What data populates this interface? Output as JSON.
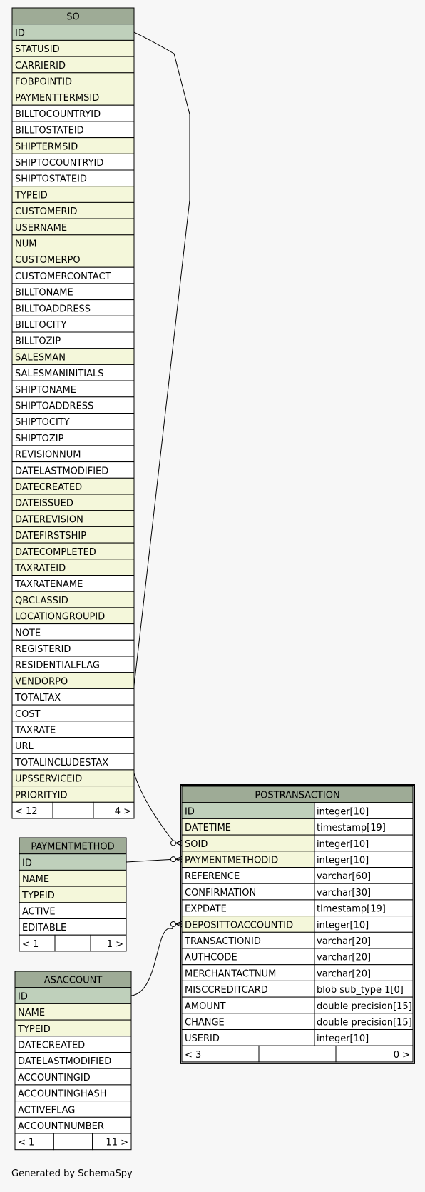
{
  "colors": {
    "header": "#9eab96",
    "primary_key": "#bfd0bb",
    "foreign_key": "#f4f7da",
    "plain": "#ffffff",
    "border": "#000000",
    "background": "#f7f7f7"
  },
  "tables": [
    {
      "id": "so",
      "name": "SO",
      "columns": [
        {
          "name": "ID",
          "kind": "pk"
        },
        {
          "name": "STATUSID",
          "kind": "fk"
        },
        {
          "name": "CARRIERID",
          "kind": "fk"
        },
        {
          "name": "FOBPOINTID",
          "kind": "fk"
        },
        {
          "name": "PAYMENTTERMSID",
          "kind": "fk"
        },
        {
          "name": "BILLTOCOUNTRYID",
          "kind": "plain"
        },
        {
          "name": "BILLTOSTATEID",
          "kind": "plain"
        },
        {
          "name": "SHIPTERMSID",
          "kind": "fk"
        },
        {
          "name": "SHIPTOCOUNTRYID",
          "kind": "plain"
        },
        {
          "name": "SHIPTOSTATEID",
          "kind": "plain"
        },
        {
          "name": "TYPEID",
          "kind": "fk"
        },
        {
          "name": "CUSTOMERID",
          "kind": "fk"
        },
        {
          "name": "USERNAME",
          "kind": "fk"
        },
        {
          "name": "NUM",
          "kind": "fk"
        },
        {
          "name": "CUSTOMERPO",
          "kind": "fk"
        },
        {
          "name": "CUSTOMERCONTACT",
          "kind": "plain"
        },
        {
          "name": "BILLTONAME",
          "kind": "plain"
        },
        {
          "name": "BILLTOADDRESS",
          "kind": "plain"
        },
        {
          "name": "BILLTOCITY",
          "kind": "plain"
        },
        {
          "name": "BILLTOZIP",
          "kind": "plain"
        },
        {
          "name": "SALESMAN",
          "kind": "fk"
        },
        {
          "name": "SALESMANINITIALS",
          "kind": "plain"
        },
        {
          "name": "SHIPTONAME",
          "kind": "plain"
        },
        {
          "name": "SHIPTOADDRESS",
          "kind": "plain"
        },
        {
          "name": "SHIPTOCITY",
          "kind": "plain"
        },
        {
          "name": "SHIPTOZIP",
          "kind": "plain"
        },
        {
          "name": "REVISIONNUM",
          "kind": "plain"
        },
        {
          "name": "DATELASTMODIFIED",
          "kind": "plain"
        },
        {
          "name": "DATECREATED",
          "kind": "fk"
        },
        {
          "name": "DATEISSUED",
          "kind": "fk"
        },
        {
          "name": "DATEREVISION",
          "kind": "fk"
        },
        {
          "name": "DATEFIRSTSHIP",
          "kind": "fk"
        },
        {
          "name": "DATECOMPLETED",
          "kind": "fk"
        },
        {
          "name": "TAXRATEID",
          "kind": "fk"
        },
        {
          "name": "TAXRATENAME",
          "kind": "plain"
        },
        {
          "name": "QBCLASSID",
          "kind": "fk"
        },
        {
          "name": "LOCATIONGROUPID",
          "kind": "fk"
        },
        {
          "name": "NOTE",
          "kind": "plain"
        },
        {
          "name": "REGISTERID",
          "kind": "plain"
        },
        {
          "name": "RESIDENTIALFLAG",
          "kind": "plain"
        },
        {
          "name": "VENDORPO",
          "kind": "fk"
        },
        {
          "name": "TOTALTAX",
          "kind": "plain"
        },
        {
          "name": "COST",
          "kind": "plain"
        },
        {
          "name": "TAXRATE",
          "kind": "plain"
        },
        {
          "name": "URL",
          "kind": "plain"
        },
        {
          "name": "TOTALINCLUDESTAX",
          "kind": "plain"
        },
        {
          "name": "UPSSERVICEID",
          "kind": "fk"
        },
        {
          "name": "PRIORITYID",
          "kind": "fk"
        }
      ],
      "footer": {
        "parents": "< 12",
        "children": "4 >"
      }
    },
    {
      "id": "paymentmethod",
      "name": "PAYMENTMETHOD",
      "columns": [
        {
          "name": "ID",
          "kind": "pk"
        },
        {
          "name": "NAME",
          "kind": "fk"
        },
        {
          "name": "TYPEID",
          "kind": "fk"
        },
        {
          "name": "ACTIVE",
          "kind": "plain"
        },
        {
          "name": "EDITABLE",
          "kind": "plain"
        }
      ],
      "footer": {
        "parents": "< 1",
        "children": "1 >"
      }
    },
    {
      "id": "asaccount",
      "name": "ASACCOUNT",
      "columns": [
        {
          "name": "ID",
          "kind": "pk"
        },
        {
          "name": "NAME",
          "kind": "fk"
        },
        {
          "name": "TYPEID",
          "kind": "fk"
        },
        {
          "name": "DATECREATED",
          "kind": "plain"
        },
        {
          "name": "DATELASTMODIFIED",
          "kind": "plain"
        },
        {
          "name": "ACCOUNTINGID",
          "kind": "plain"
        },
        {
          "name": "ACCOUNTINGHASH",
          "kind": "plain"
        },
        {
          "name": "ACTIVEFLAG",
          "kind": "plain"
        },
        {
          "name": "ACCOUNTNUMBER",
          "kind": "plain"
        }
      ],
      "footer": {
        "parents": "< 1",
        "children": "11 >"
      }
    },
    {
      "id": "postransaction",
      "name": "POSTRANSACTION",
      "columns": [
        {
          "name": "ID",
          "kind": "pk",
          "type": "integer[10]"
        },
        {
          "name": "DATETIME",
          "kind": "fk",
          "type": "timestamp[19]"
        },
        {
          "name": "SOID",
          "kind": "fk",
          "type": "integer[10]"
        },
        {
          "name": "PAYMENTMETHODID",
          "kind": "fk",
          "type": "integer[10]"
        },
        {
          "name": "REFERENCE",
          "kind": "plain",
          "type": "varchar[60]"
        },
        {
          "name": "CONFIRMATION",
          "kind": "plain",
          "type": "varchar[30]"
        },
        {
          "name": "EXPDATE",
          "kind": "plain",
          "type": "timestamp[19]"
        },
        {
          "name": "DEPOSITTOACCOUNTID",
          "kind": "fk",
          "type": "integer[10]"
        },
        {
          "name": "TRANSACTIONID",
          "kind": "plain",
          "type": "varchar[20]"
        },
        {
          "name": "AUTHCODE",
          "kind": "plain",
          "type": "varchar[20]"
        },
        {
          "name": "MERCHANTACTNUM",
          "kind": "plain",
          "type": "varchar[20]"
        },
        {
          "name": "MISCCREDITCARD",
          "kind": "plain",
          "type": "blob sub_type 1[0]"
        },
        {
          "name": "AMOUNT",
          "kind": "plain",
          "type": "double precision[15]"
        },
        {
          "name": "CHANGE",
          "kind": "plain",
          "type": "double precision[15]"
        },
        {
          "name": "USERID",
          "kind": "plain",
          "type": "integer[10]"
        }
      ],
      "footer": {
        "parents": "< 3",
        "children": "0 >"
      }
    }
  ],
  "relationships": [
    {
      "from": "postransaction.SOID",
      "to": "so.ID"
    },
    {
      "from": "postransaction.PAYMENTMETHODID",
      "to": "paymentmethod.ID"
    },
    {
      "from": "postransaction.DEPOSITTOACCOUNTID",
      "to": "asaccount.ID"
    }
  ],
  "footer_text": "Generated by SchemaSpy"
}
